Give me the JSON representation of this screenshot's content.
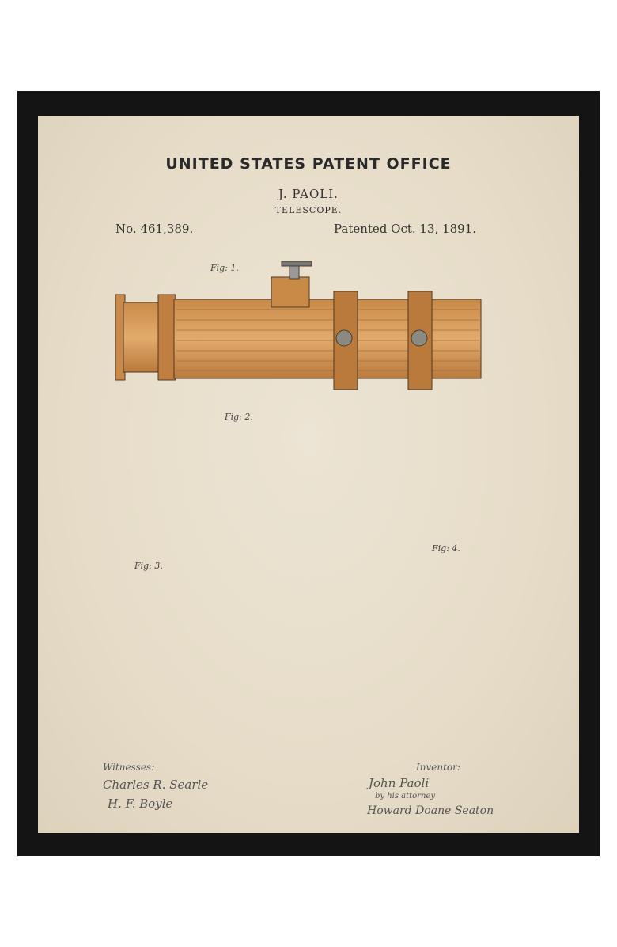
{
  "document": {
    "office_title": "UNITED STATES PATENT OFFICE",
    "inventor": "J. PAOLI.",
    "invention": "TELESCOPE.",
    "patent_number": "No. 461,389.",
    "patent_date": "Patented Oct. 13, 1891."
  },
  "figures": {
    "fig1": "Fig: 1.",
    "fig2": "Fig: 2.",
    "fig3": "Fig: 3.",
    "fig4": "Fig: 4."
  },
  "signatures": {
    "witnesses_label": "Witnesses:",
    "witness1": "Charles R. Searle",
    "witness2": "H. F. Boyle",
    "inventor_label": "Inventor:",
    "inventor_sig": "John Paoli",
    "attorney1": "by his attorney",
    "attorney2": "Howard Doane Seaton"
  },
  "colors": {
    "frame": "#141414",
    "paper": "#e8dfcd",
    "wood": "#d9a060",
    "wood_dark": "#b77a3b",
    "ink": "#3a3a3a"
  }
}
